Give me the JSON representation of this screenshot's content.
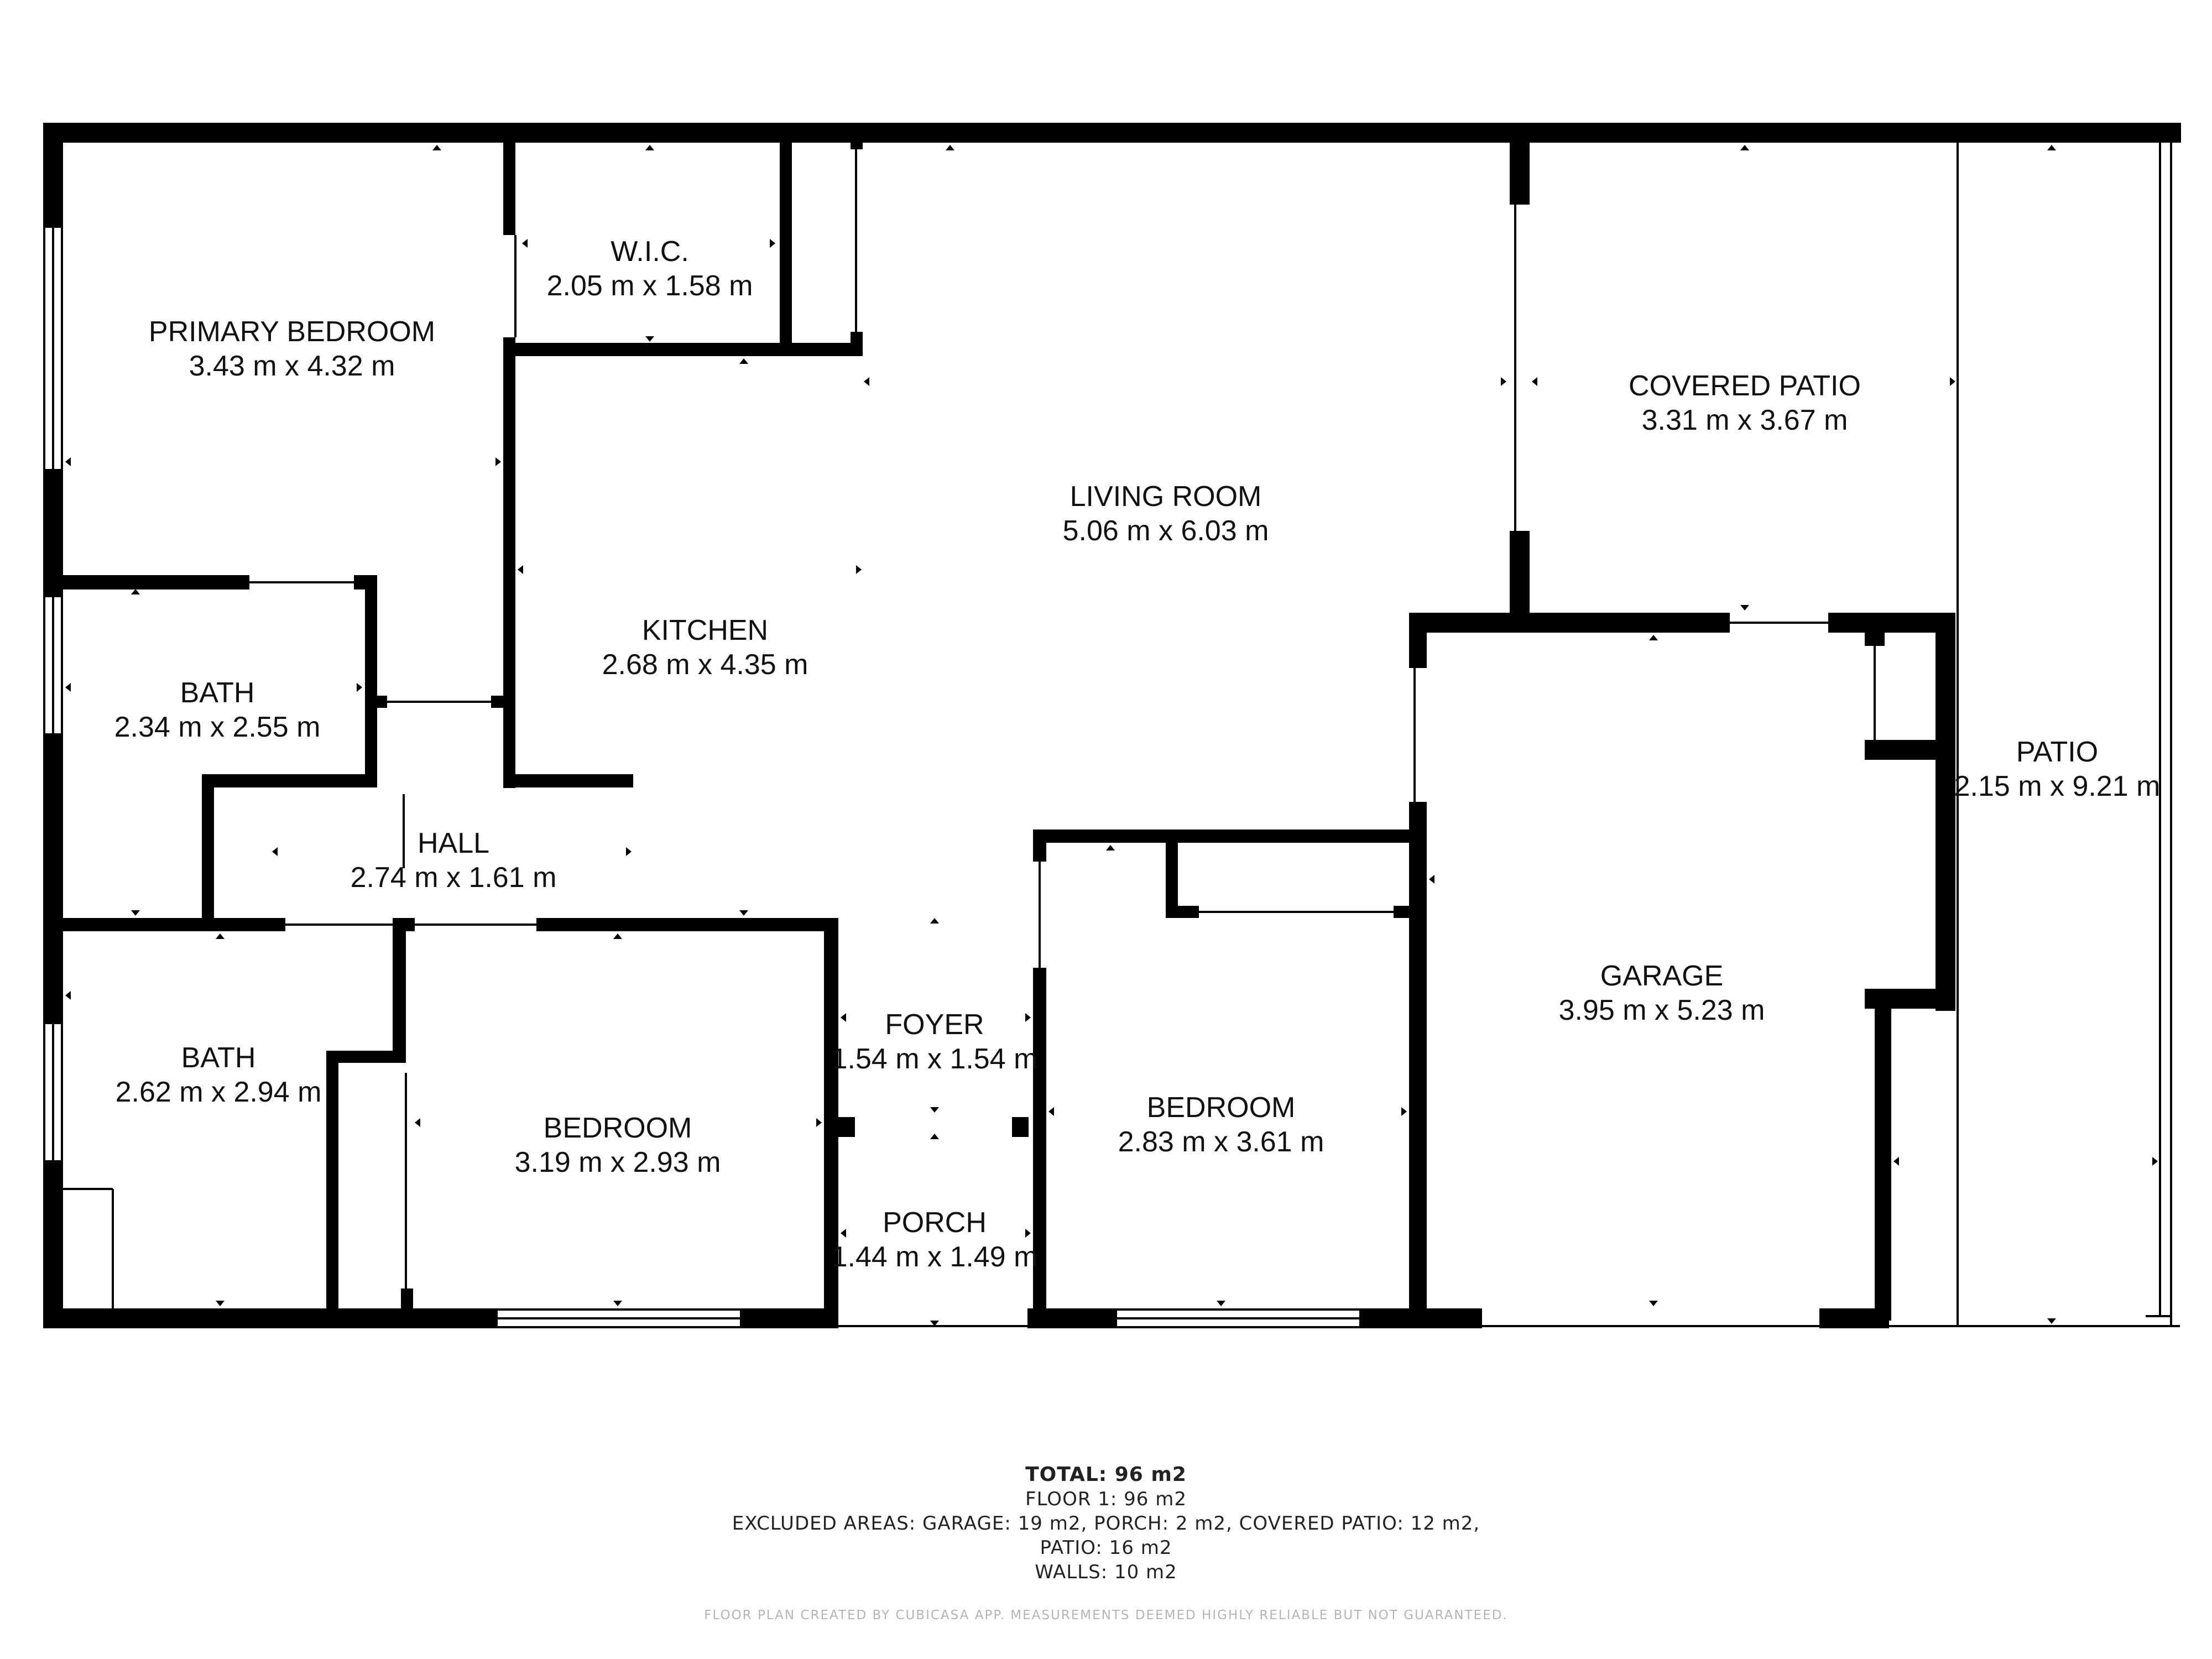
{
  "rooms": [
    {
      "key": "primary_bedroom",
      "name": "PRIMARY BEDROOM",
      "size": "3.43 m x 4.32 m"
    },
    {
      "key": "wic",
      "name": "W.I.C.",
      "size": "2.05 m x 1.58 m"
    },
    {
      "key": "living_room",
      "name": "LIVING ROOM",
      "size": "5.06 m x 6.03 m"
    },
    {
      "key": "covered_patio",
      "name": "COVERED PATIO",
      "size": "3.31 m x 3.67 m"
    },
    {
      "key": "kitchen",
      "name": "KITCHEN",
      "size": "2.68 m x 4.35 m"
    },
    {
      "key": "bath_1",
      "name": "BATH",
      "size": "2.34 m x 2.55 m"
    },
    {
      "key": "hall",
      "name": "HALL",
      "size": "2.74 m x 1.61 m"
    },
    {
      "key": "patio",
      "name": "PATIO",
      "size": "2.15 m x 9.21 m"
    },
    {
      "key": "garage",
      "name": "GARAGE",
      "size": "3.95 m x 5.23 m"
    },
    {
      "key": "foyer",
      "name": "FOYER",
      "size": "1.54 m x 1.54 m"
    },
    {
      "key": "bath_2",
      "name": "BATH",
      "size": "2.62 m x 2.94 m"
    },
    {
      "key": "bedroom_1",
      "name": "BEDROOM",
      "size": "3.19 m x 2.93 m"
    },
    {
      "key": "bedroom_2",
      "name": "BEDROOM",
      "size": "2.83 m x 3.61 m"
    },
    {
      "key": "porch",
      "name": "PORCH",
      "size": "1.44 m x 1.49 m"
    }
  ],
  "summary": {
    "total": "TOTAL: 96 m2",
    "floor": "FLOOR 1: 96 m2",
    "excluded": "EXCLUDED AREAS: GARAGE: 19 m2, PORCH: 2 m2, COVERED PATIO: 12 m2,",
    "patio": "PATIO: 16 m2",
    "walls": "WALLS: 10 m2"
  },
  "footer": "FLOOR PLAN CREATED BY CUBICASA APP. MEASUREMENTS DEEMED HIGHLY RELIABLE BUT NOT GUARANTEED.",
  "colors": {
    "wall": "#000000",
    "background": "#ffffff",
    "footer": "#b4b4b4"
  }
}
